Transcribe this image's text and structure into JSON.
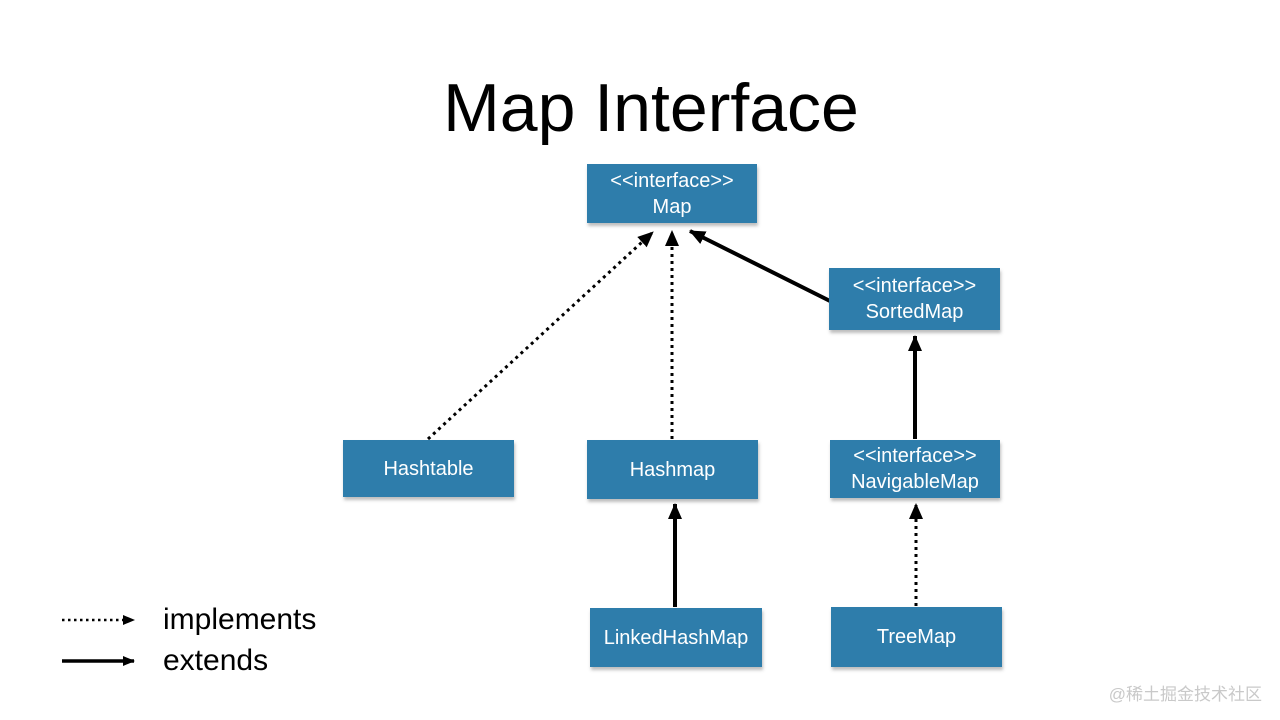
{
  "title": "Map Interface",
  "boxes": {
    "map": {
      "stereotype": "<<interface>>",
      "name": "Map"
    },
    "sortedmap": {
      "stereotype": "<<interface>>",
      "name": "SortedMap"
    },
    "hashtable": {
      "name": "Hashtable"
    },
    "hashmap": {
      "name": "Hashmap"
    },
    "navigablemap": {
      "stereotype": "<<interface>>",
      "name": "NavigableMap"
    },
    "linkedhashmap": {
      "name": "LinkedHashMap"
    },
    "treemap": {
      "name": "TreeMap"
    }
  },
  "relationships": [
    {
      "from": "Hashtable",
      "to": "Map",
      "type": "implements",
      "line_style": "dotted"
    },
    {
      "from": "Hashmap",
      "to": "Map",
      "type": "implements",
      "line_style": "dotted"
    },
    {
      "from": "SortedMap",
      "to": "Map",
      "type": "extends",
      "line_style": "solid"
    },
    {
      "from": "NavigableMap",
      "to": "SortedMap",
      "type": "extends",
      "line_style": "solid"
    },
    {
      "from": "LinkedHashMap",
      "to": "Hashmap",
      "type": "extends",
      "line_style": "solid"
    },
    {
      "from": "TreeMap",
      "to": "NavigableMap",
      "type": "implements",
      "line_style": "dotted"
    }
  ],
  "legend": {
    "implements_label": "implements",
    "extends_label": "extends"
  },
  "watermark": "@稀土掘金技术社区",
  "colors": {
    "box_fill": "#2e7dab",
    "box_text": "#ffffff",
    "arrow": "#000000",
    "title_text": "#000000",
    "watermark_text": "#c9c9c9",
    "background": "#ffffff"
  }
}
